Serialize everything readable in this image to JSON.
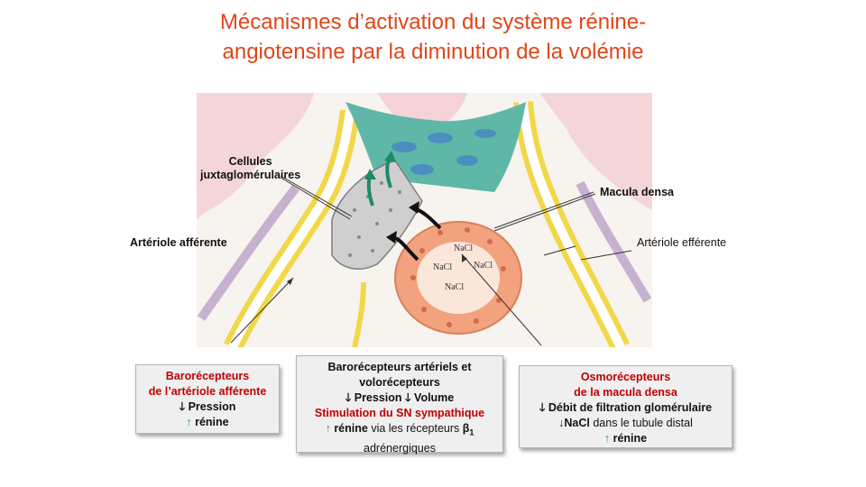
{
  "title": {
    "line1": "Mécanismes d’activation du système rénine-",
    "line2": "angiotensine par la diminution de la volémie"
  },
  "figure": {
    "labels": {
      "jg_cells_line1": "Cellules",
      "jg_cells_line2": "juxtaglomérulaires",
      "macula": "Macula densa",
      "afferent": "Artériole afférente",
      "efferent": "Artériole efférente",
      "nacl": "NaCl"
    }
  },
  "boxes": {
    "left": {
      "line1": "Barorécepteurs",
      "line2": "de l’artériole afférente",
      "arrow_down": "🡓",
      "pressure": "Pression",
      "arrow_up": "↑",
      "renin": "rénine"
    },
    "middle": {
      "line1": "Barorécepteurs artériels et",
      "line2": "volorécepteurs",
      "arrow_down": "🡓",
      "pressure": "Pression",
      "volume": "Volume",
      "sympathetic": "Stimulation du SN sympathique",
      "arrow_up": "↑",
      "renin": "rénine",
      "via": "via les récepteurs",
      "beta": "β",
      "beta_sub": "1",
      "adrenergic": "adrénergiques"
    },
    "right": {
      "line1": "Osmorécepteurs",
      "line2": "de la macula densa",
      "arrow_down": "🡓",
      "gfr": "Débit de filtration glomérulaire",
      "arrow_down_thin": "↓",
      "nacl": "NaCl",
      "tubule": "dans le tubule distal",
      "arrow_up": "↑",
      "renin": "rénine"
    }
  },
  "colors": {
    "title": "#e0461a",
    "box_heading": "#c00000",
    "up_arrow": "#1fa94a",
    "teal_cells": "#5fb7a8",
    "macula_cells": "#f2a27e",
    "vessel_wall": "#f1d84a"
  }
}
